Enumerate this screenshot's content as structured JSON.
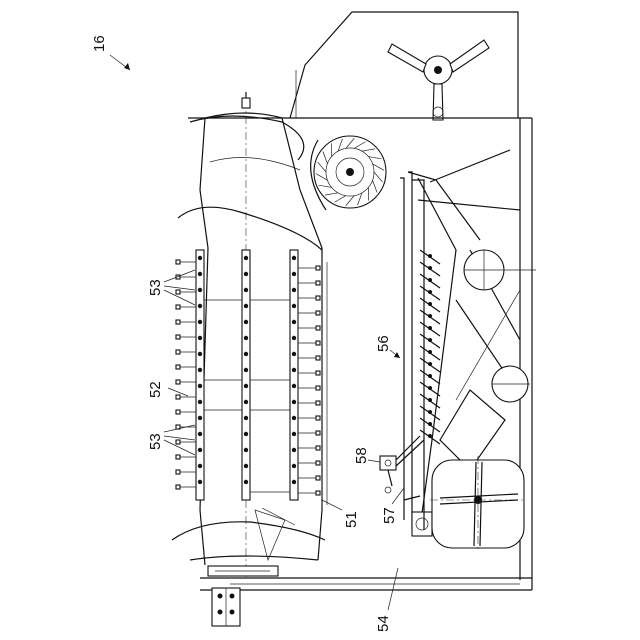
{
  "figure": {
    "labels": {
      "fig": "16",
      "l51": "51",
      "l52": "52",
      "l53a": "53",
      "l53b": "53",
      "l54": "54",
      "l56": "56",
      "l57": "57",
      "l58": "58"
    }
  }
}
